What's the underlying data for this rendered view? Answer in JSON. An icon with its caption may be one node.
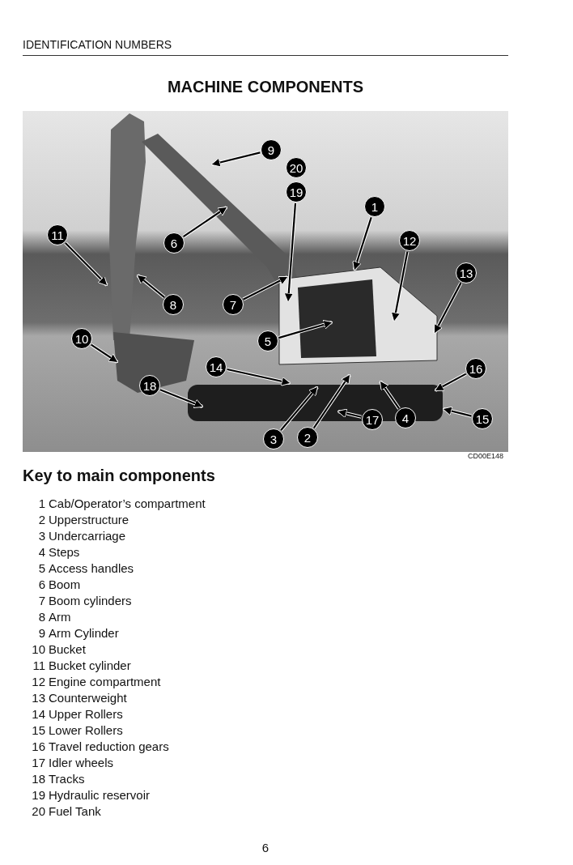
{
  "diagram": {
    "title": "MACHINE COMPONENTS",
    "nodes": [
      {
        "text": [
          "9"
        ]
      },
      {
        "text": [
          "20"
        ]
      },
      {
        "text": [
          "19"
        ]
      },
      {
        "text": [
          "1"
        ]
      },
      {
        "text": [
          "11"
        ]
      },
      {
        "text": [
          "6"
        ]
      },
      {
        "text": [
          "12"
        ]
      },
      {
        "text": [
          "13"
        ]
      },
      {
        "text": [
          "8"
        ]
      },
      {
        "text": [
          "7"
        ]
      },
      {
        "text": [
          "5"
        ]
      },
      {
        "text": [
          "10"
        ]
      },
      {
        "text": [
          "14"
        ]
      },
      {
        "text": [
          "16"
        ]
      },
      {
        "text": [
          "18"
        ]
      },
      {
        "text": [
          "17"
        ]
      },
      {
        "text": [
          "4"
        ]
      },
      {
        "text": [
          "15"
        ]
      },
      {
        "text": [
          "3"
        ]
      },
      {
        "text": [
          "2"
        ]
      }
    ],
    "edges": [
      {
        "from": 0,
        "to": null,
        "arrow": "to"
      },
      {
        "from": 2,
        "to": null,
        "arrow": "to"
      },
      {
        "from": 3,
        "to": null,
        "arrow": "to"
      },
      {
        "from": 4,
        "to": null,
        "arrow": "to"
      },
      {
        "from": 5,
        "to": null,
        "arrow": "to"
      },
      {
        "from": 6,
        "to": null,
        "arrow": "to"
      },
      {
        "from": 7,
        "to": null,
        "arrow": "to"
      },
      {
        "from": 8,
        "to": null,
        "arrow": "to"
      },
      {
        "from": 9,
        "to": null,
        "arrow": "to"
      },
      {
        "from": 10,
        "to": null,
        "arrow": "to"
      },
      {
        "from": 11,
        "to": null,
        "arrow": "to"
      },
      {
        "from": 12,
        "to": null,
        "arrow": "to"
      },
      {
        "from": 13,
        "to": null,
        "arrow": "to"
      },
      {
        "from": 14,
        "to": null,
        "arrow": "to"
      },
      {
        "from": 15,
        "to": null,
        "arrow": "to"
      },
      {
        "from": 16,
        "to": null,
        "arrow": "to"
      },
      {
        "from": 17,
        "to": null,
        "arrow": "to"
      },
      {
        "from": 18,
        "to": null,
        "arrow": "to"
      },
      {
        "from": 19,
        "to": null,
        "arrow": "to"
      }
    ],
    "labels": [
      "IDENTIFICATION NUMBERS",
      "CD00E148",
      "Key to main components",
      "1",
      "Cab/Operator’s compartment",
      "2",
      "Upperstructure",
      "3",
      "Undercarriage",
      "4",
      "Steps",
      "5",
      "Access handles",
      "6",
      "Boom",
      "7",
      "Boom cylinders",
      "8",
      "Arm",
      "9",
      "Arm Cylinder",
      "10",
      "Bucket",
      "11",
      "Bucket cylinder",
      "12",
      "Engine compartment",
      "13",
      "Counterweight",
      "14",
      "Upper Rollers",
      "15",
      "Lower Rollers",
      "16",
      "Travel reduction gears",
      "17",
      "Idler wheels",
      "18",
      "Tracks",
      "19",
      "Hydraulic reservoir",
      "20",
      "Fuel Tank",
      "6"
    ]
  }
}
